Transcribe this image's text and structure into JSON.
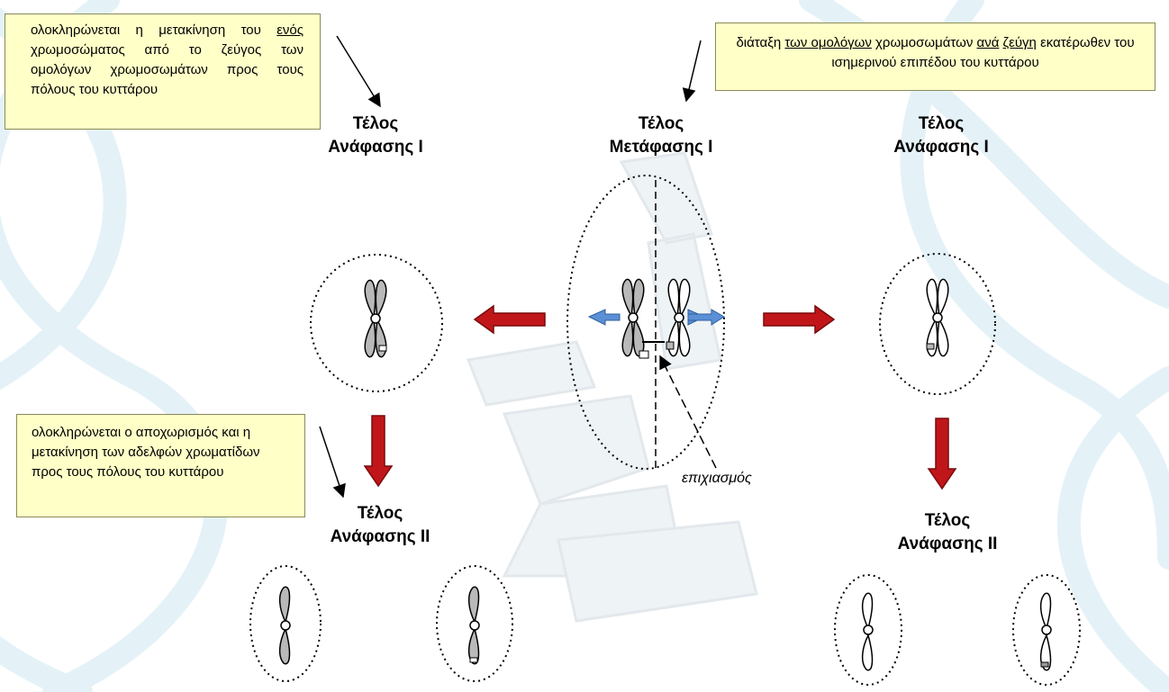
{
  "notes": {
    "anaphase1_note": {
      "p1": "ολοκληρώνεται η μετακίνηση του ",
      "u1": "ενός",
      "p2": " χρωμοσώματος από το ζεύγος των ομολόγων χρωμοσωμάτων προς τους πόλους του κυττάρου"
    },
    "anaphase2_note": "ολοκληρώνεται ο αποχωρισμός και η μετακίνηση των αδελφών χρωματίδων προς τους πόλους του κυττάρου",
    "metaphase_note": {
      "p1": "διάταξη ",
      "u1": "των ομολόγων",
      "p2": " χρωμοσωμάτων ",
      "u2": "ανά",
      "p3": " ",
      "u3": "ζεύγη",
      "p4": " εκατέρωθεν του ισημερινού επιπέδου του κυττάρου"
    }
  },
  "stages": {
    "left_anaphase1": {
      "line1": "Τέλος",
      "line2": "Ανάφασης Ι"
    },
    "metaphase1": {
      "line1": "Τέλος",
      "line2": "Μετάφασης Ι"
    },
    "right_anaphase1": {
      "line1": "Τέλος",
      "line2": "Ανάφασης Ι"
    },
    "left_anaphase2": {
      "line1": "Τέλος",
      "line2": "Ανάφασης ΙΙ"
    },
    "right_anaphase2": {
      "line1": "Τέλος",
      "line2": "Ανάφασης ΙΙ"
    }
  },
  "crossing_over_label": "επιχιασμός",
  "colors": {
    "red_arrow": "#c0161a",
    "red_arrow_border": "#7a0a0c",
    "blue_arrow": "#5b8fd6",
    "chromosome_gray": "#b9b9b9",
    "note_fill": "#ffffc8",
    "watermark": "#d9eef7"
  }
}
